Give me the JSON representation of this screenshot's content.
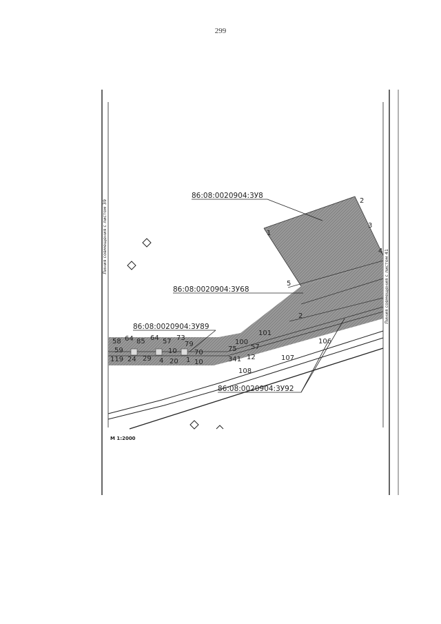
{
  "page": {
    "number": "299"
  },
  "map": {
    "parcels": [
      {
        "id": "86:08:0020904:3У8"
      },
      {
        "id": "86:08:0020904:3У68"
      },
      {
        "id": "86:08:0020904:3У89"
      },
      {
        "id": "86:08:0020904:3У92"
      }
    ],
    "side_labels": {
      "left": "Линия совмещения с листом 39",
      "right": "Линия совмещения с листом 41"
    },
    "scale": "М 1:2000",
    "point_labels": {
      "p2": "2",
      "p3": "3",
      "p4": "4",
      "p1": "1",
      "p5": "5",
      "p2b": "2",
      "p101": "101",
      "p100": "100",
      "p106": "106",
      "p107": "107",
      "p108": "108",
      "p58": "58",
      "p64": "64",
      "p85": "85",
      "p64b": "64",
      "p57": "57",
      "p73": "73",
      "p75": "75",
      "p57b": "57",
      "p59": "59",
      "p10": "10",
      "p70": "70",
      "p79": "79",
      "p341": "341",
      "p12": "12",
      "p119": "119",
      "p24": "24",
      "p29": "29",
      "p4b": "4",
      "p20": "20",
      "p1b": "1",
      "p10b": "10"
    }
  }
}
